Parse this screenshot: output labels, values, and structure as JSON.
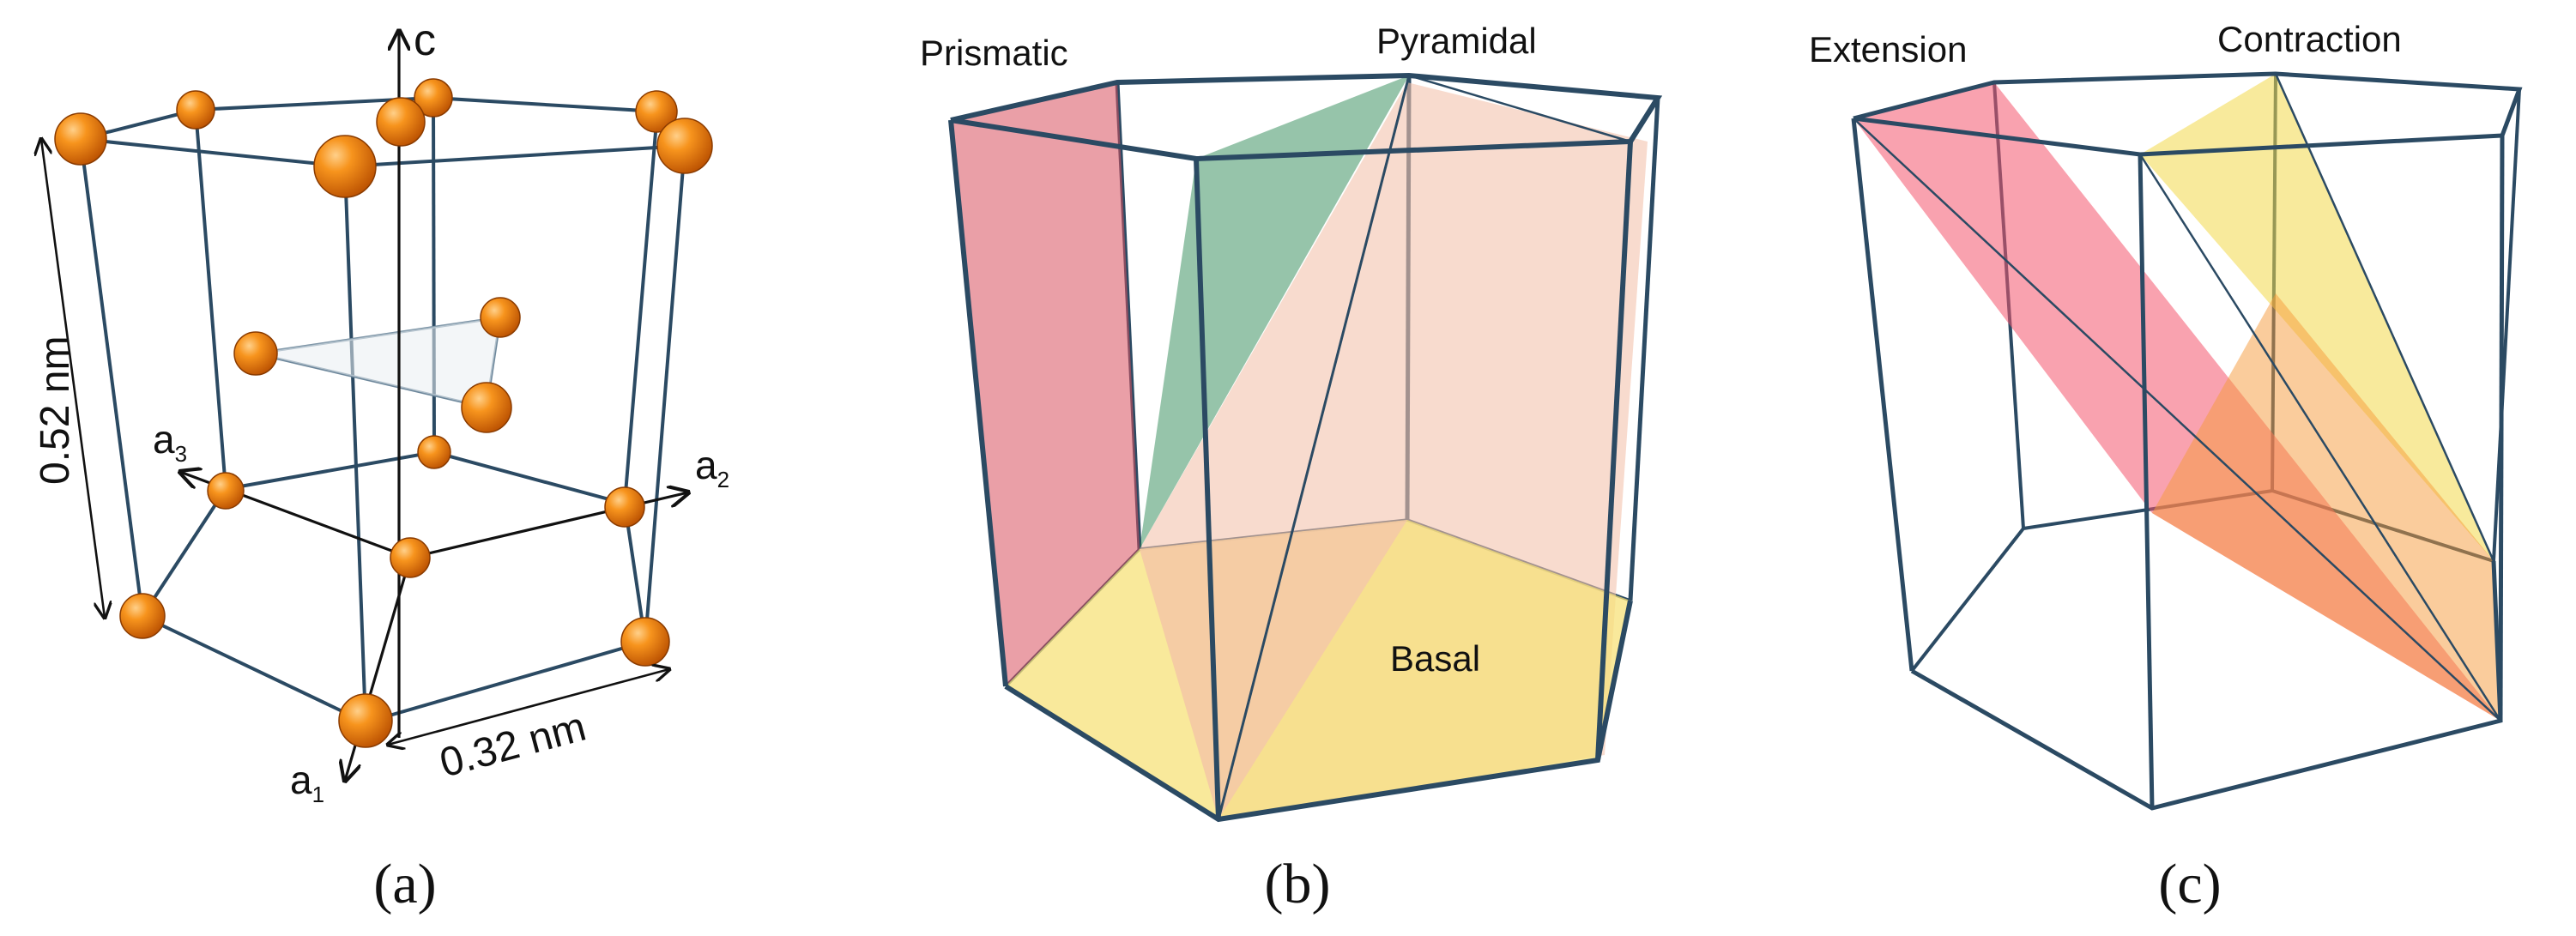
{
  "panels": {
    "a": {
      "caption": "(a)",
      "axes": {
        "c": "c",
        "a1": "a",
        "a1_sub": "1",
        "a2": "a",
        "a2_sub": "2",
        "a3": "a",
        "a3_sub": "3"
      },
      "dimensions": {
        "height": "0.52 nm",
        "width": "0.32 nm"
      }
    },
    "b": {
      "caption": "(b)",
      "planes": {
        "prismatic": "Prismatic",
        "pyramidal": "Pyramidal",
        "basal": "Basal"
      }
    },
    "c": {
      "caption": "(c)",
      "planes": {
        "extension": "Extension",
        "contraction": "Contraction"
      }
    }
  },
  "colors": {
    "edge": "#2b4a63",
    "atom": "#f07d0c",
    "prismatic": "#d9505f",
    "pyramidal": "#2e8a55",
    "pyramidal_large": "#f3c3ad",
    "basal": "#f7e27a",
    "extension": "#f4566e",
    "contraction": "#f2d84a"
  }
}
